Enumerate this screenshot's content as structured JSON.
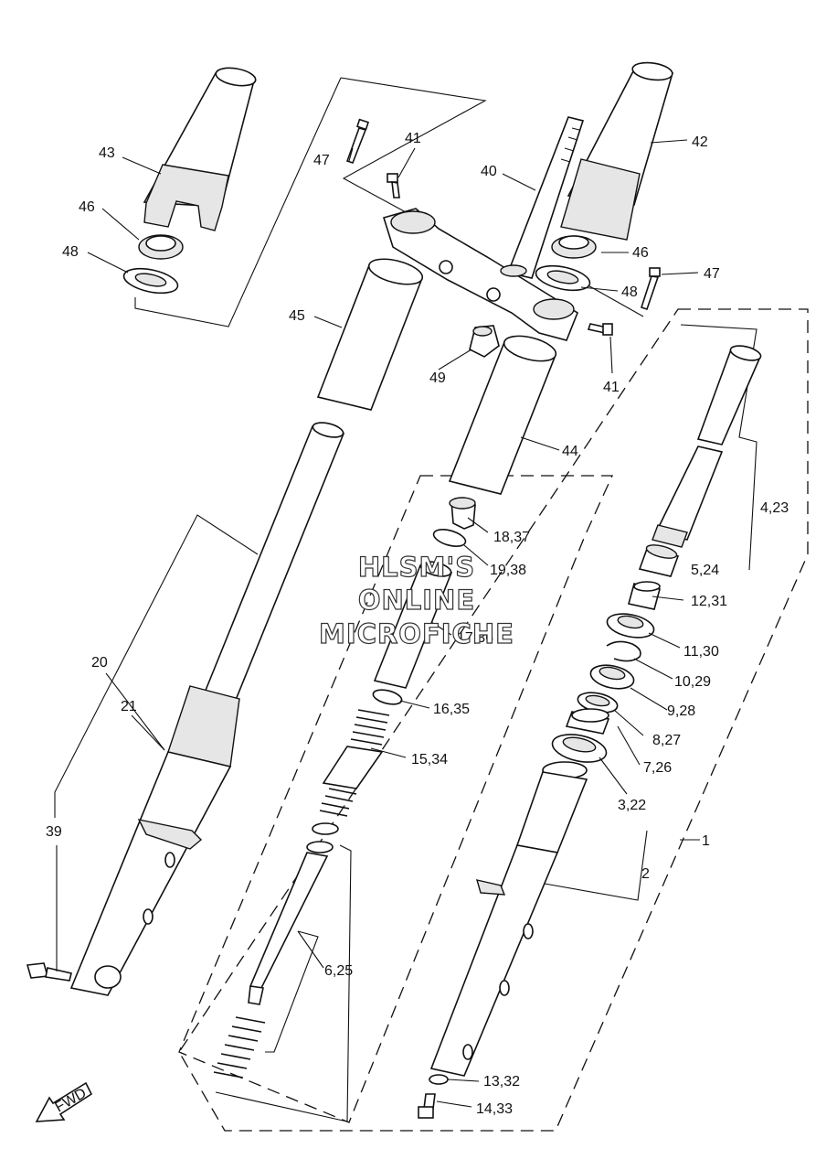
{
  "callouts": {
    "c1": "1",
    "c2": "2",
    "c3": "3,22",
    "c4": "4,23",
    "c5": "5,24",
    "c6": "6,25",
    "c7": "7,26",
    "c8": "8,27",
    "c9": "9,28",
    "c10": "10,29",
    "c11": "11,30",
    "c12": "12,31",
    "c13": "13,32",
    "c14": "14,33",
    "c15": "15,34",
    "c16": "16,35",
    "c17": "17,36",
    "c18": "18,37",
    "c19": "19,38",
    "c20": "20",
    "c21": "21",
    "c39": "39",
    "c40": "40",
    "c41a": "41",
    "c41b": "41",
    "c42": "42",
    "c43": "43",
    "c44": "44",
    "c45": "45",
    "c46a": "46",
    "c46b": "46",
    "c47a": "47",
    "c47b": "47",
    "c48a": "48",
    "c48b": "48",
    "c49": "49"
  },
  "watermark": {
    "line1": "HLSM'S",
    "line2": "ONLINE",
    "line3": "MICROFICHE"
  },
  "fwd_badge": "FWD"
}
